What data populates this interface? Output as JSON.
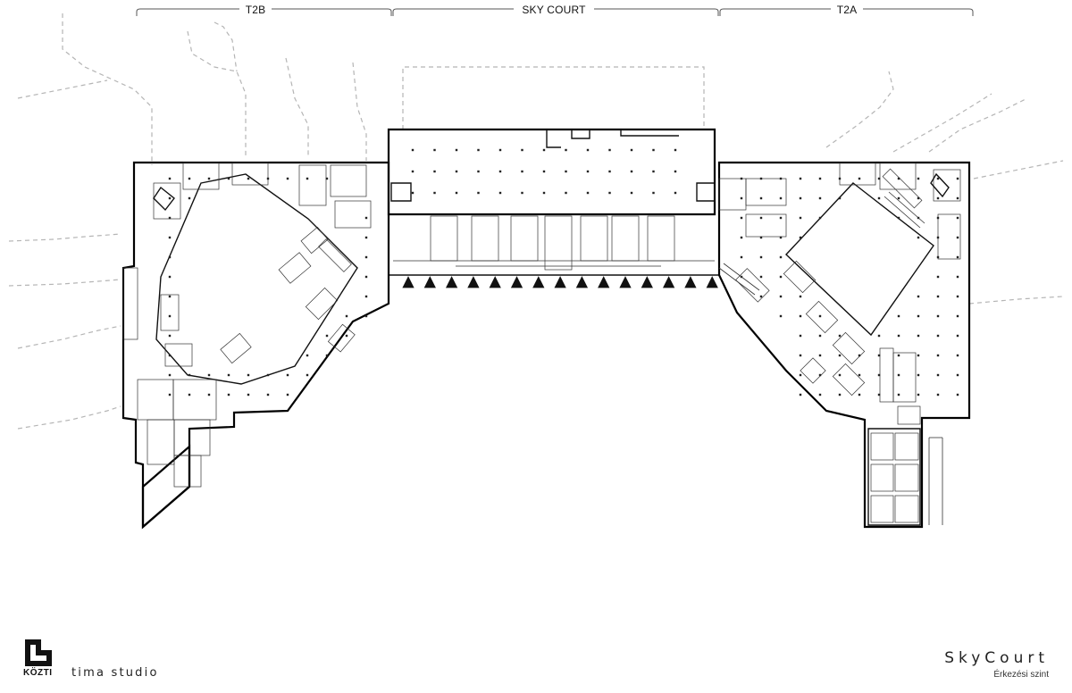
{
  "sections": [
    {
      "key": "t2b",
      "label": "T2B"
    },
    {
      "key": "sky_court",
      "label": "SKY COURT"
    },
    {
      "key": "t2a",
      "label": "T2A"
    }
  ],
  "branding": {
    "logo_text": "KÖZTI",
    "studio_text": "tima studio"
  },
  "drawing": {
    "title": "SkyCourt",
    "level": "Érkezési szint"
  }
}
